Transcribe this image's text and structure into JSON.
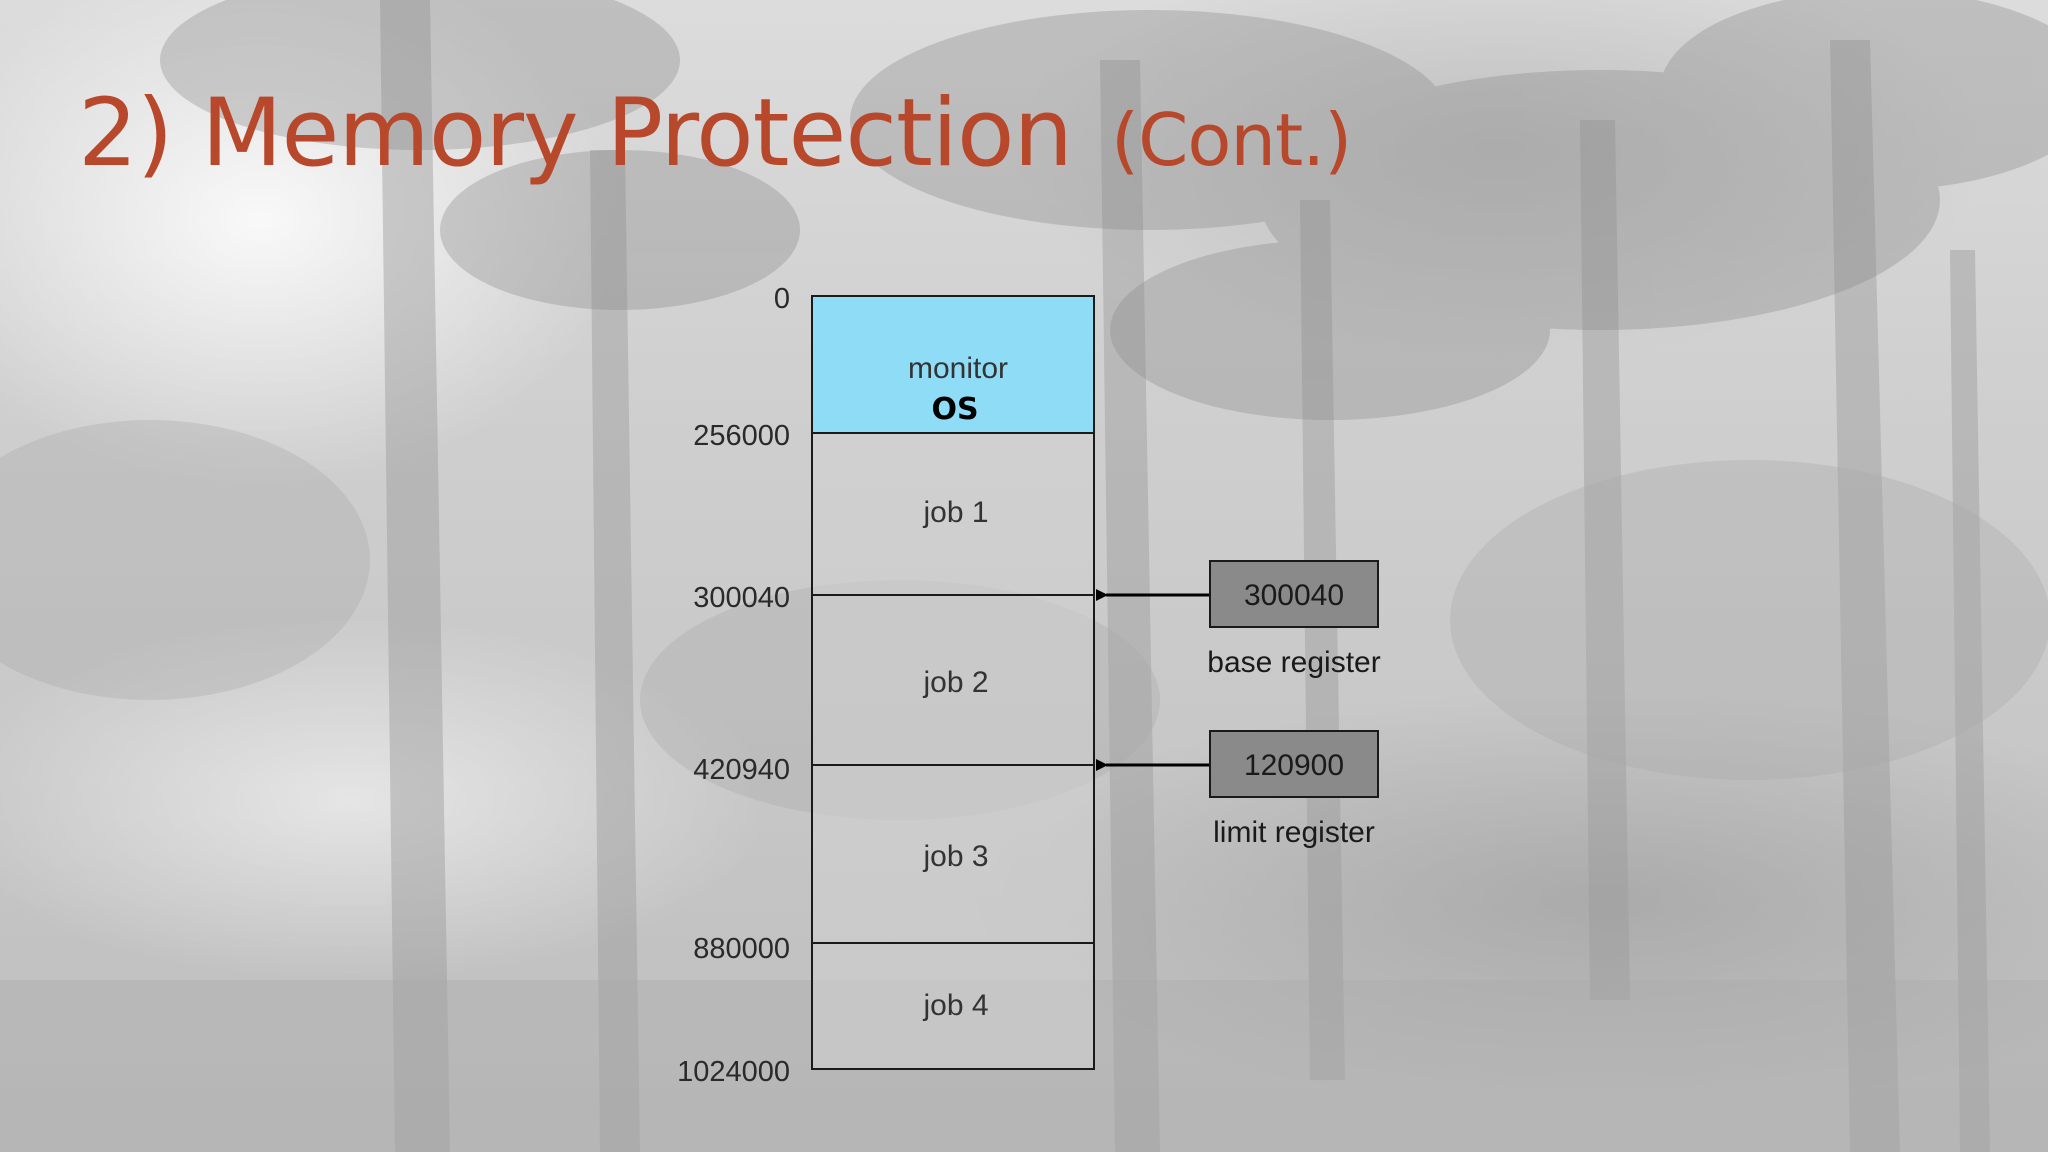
{
  "slide": {
    "title": "2) Memory Protection",
    "title_suffix": "(Cont.)"
  },
  "diagram": {
    "addresses": [
      "0",
      "256000",
      "300040",
      "420940",
      "880000",
      "1024000"
    ],
    "segments": [
      {
        "label": "monitor",
        "sublabel": "OS",
        "color": "#8fdcf7"
      },
      {
        "label": "job 1"
      },
      {
        "label": "job 2"
      },
      {
        "label": "job 3"
      },
      {
        "label": "job 4"
      }
    ],
    "registers": [
      {
        "value": "300040",
        "label": "base register"
      },
      {
        "value": "120900",
        "label": "limit register"
      }
    ],
    "register_fill": "#8a8a8a",
    "title_color": "#b8482b"
  }
}
